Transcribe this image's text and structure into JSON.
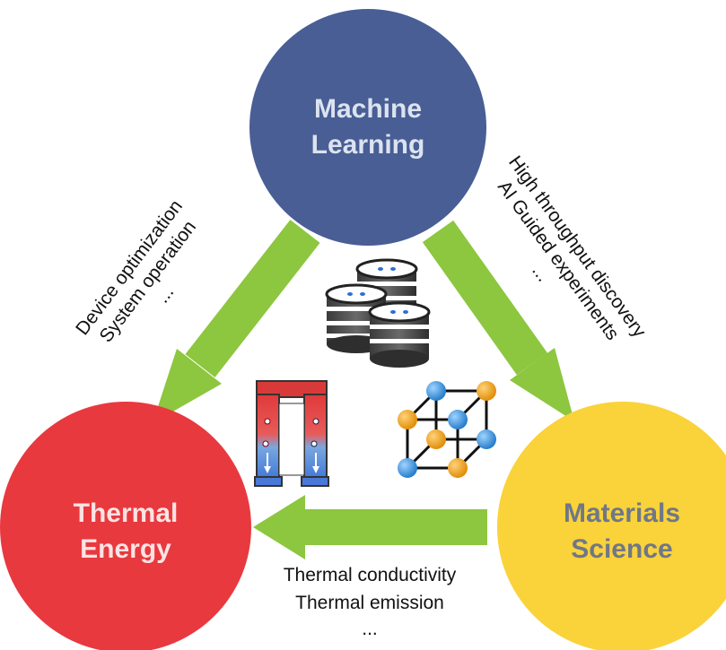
{
  "colors": {
    "machine_learning": "#485E95",
    "thermal_energy": "#E8393F",
    "materials_science": "#FAD23A",
    "arrow": "#8DC63F",
    "ml_text": "#DCE3F0",
    "te_text": "#FBE3E3",
    "ms_text": "#6F7788"
  },
  "nodes": {
    "machine_learning": {
      "line1": "Machine",
      "line2": "Learning"
    },
    "thermal_energy": {
      "line1": "Thermal",
      "line2": "Energy"
    },
    "materials_science": {
      "line1": "Materials",
      "line2": "Science"
    }
  },
  "edges": {
    "ml_to_te": {
      "line1": "Device optimization",
      "line2": "System operation",
      "line3": "..."
    },
    "ml_to_ms": {
      "line1": "High throughput discovery",
      "line2": "AI Guided experiments",
      "line3": "..."
    },
    "ms_to_te": {
      "line1": "Thermal conductivity",
      "line2": "Thermal emission",
      "line3": "..."
    }
  },
  "icons": {
    "database": "database-stack-icon",
    "thermoelectric": "thermoelectric-device-icon",
    "crystal": "crystal-lattice-icon"
  }
}
